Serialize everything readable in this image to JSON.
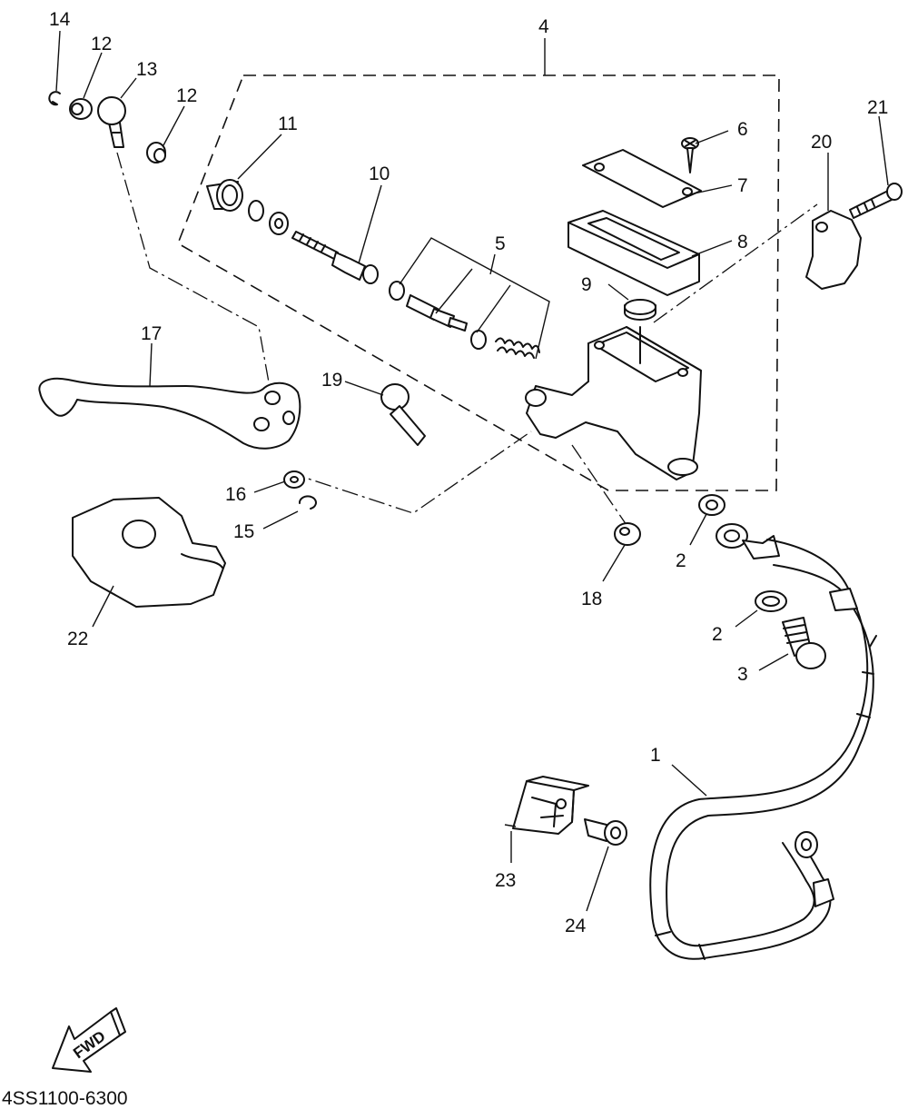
{
  "diagram": {
    "drawing_number": "4SS1100-6300",
    "fwd_label": "FWD",
    "part_callouts": [
      "1",
      "2",
      "2",
      "3",
      "4",
      "5",
      "6",
      "7",
      "8",
      "9",
      "10",
      "11",
      "12",
      "12",
      "13",
      "14",
      "15",
      "16",
      "17",
      "18",
      "19",
      "20",
      "21",
      "22",
      "23",
      "24"
    ]
  }
}
